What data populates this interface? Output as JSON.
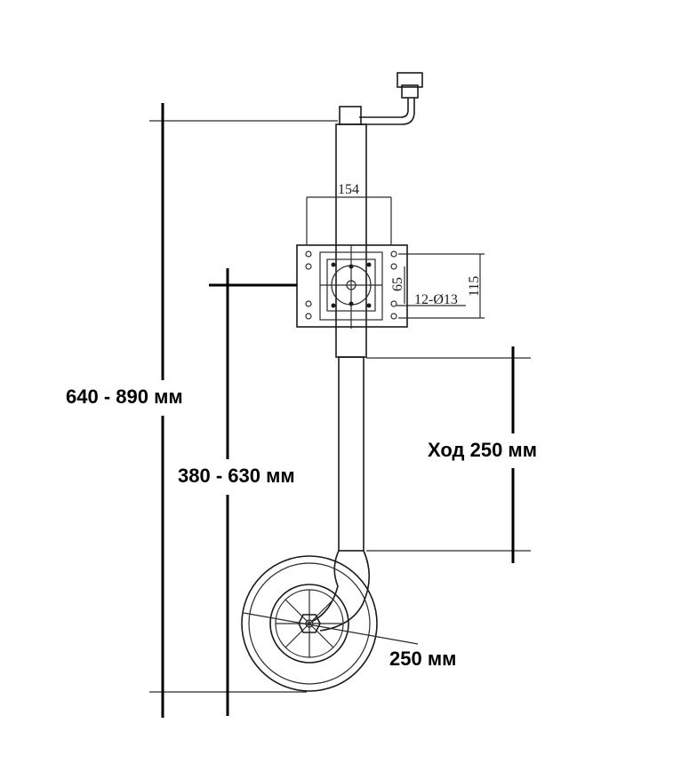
{
  "labels": {
    "overall_height": "640 - 890 мм",
    "mount_height": "380 - 630 мм",
    "stroke": "Ход 250 мм",
    "wheel": "250 мм"
  },
  "drawing_dims": {
    "plate_width": "154",
    "bolt_spacing": "65",
    "plate_height": "115",
    "holes": "12-Ø13"
  }
}
